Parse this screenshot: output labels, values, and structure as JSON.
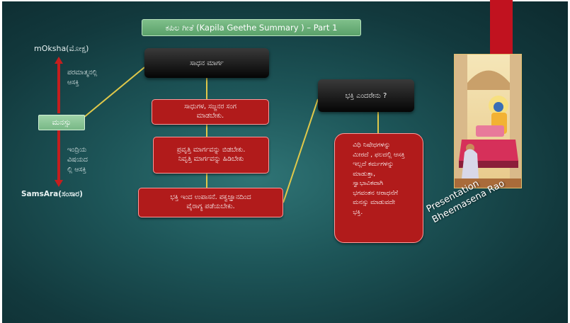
{
  "title": "ಕಪಿಲ ಗೀತೆ (Kapila Geethe Summary ) – Part 1",
  "moksha": "mOksha(ಮೋಕ್ಷ)",
  "attach_up": [
    "ಪರಮಾತ್ಮನಲ್ಲಿ",
    "ಆಸಕ್ತಿ"
  ],
  "manassu": "ಮನಸ್ಸು",
  "attach_down": [
    "ಇಂದ್ರಿಯ",
    "ವಿಷಯದ",
    "ಲ್ಲಿ ಆಸಕ್ತಿ"
  ],
  "samsara": "SamsAra(ಸಂಸಾರ)",
  "sadhana_title": "ಸಾಧನ ಮಾರ್ಗ",
  "steps": [
    [
      "ಸಾಧುಗಳ, ಸಜ್ಜನರ ಸಂಗ",
      "ಮಾಡಬೇಕು."
    ],
    [
      "ಪ್ರವೃತ್ತಿ ಮಾರ್ಗವನ್ನು ಬಿಡಬೇಕು.",
      "ನಿವೃತ್ತಿ ಮಾರ್ಗವನ್ನು ಹಿಡಿಬೇಕು"
    ],
    [
      "ಭಕ್ತಿ ಇಂದ ಉಪಾಸನೆ. ಪಕ್ವಜ್ಞಾನದಿಂದ",
      "ವೈರಾಗ್ಯ ಪಡೆಯಬೇಕು."
    ]
  ],
  "bhakti_title": "ಭಕ್ತಿ ಎಂದರೇನು ?",
  "bhakti_def": [
    "ವಿಧಿ ನಿಷೇಧಗಳನ್ನು",
    "ಮೀರದೆ , ಫಲದಲ್ಲಿ ಆಸಕ್ತಿ",
    "ಇಲ್ಲದೆ ಕರ್ಮಗಳನ್ನು",
    "ಮಾಡುತ್ತಾ,",
    "ಸ್ವಾಭಾವಿಕವಾಗಿ",
    "ಭಗವಂತನ ಆರಾಧನೆಗೆ",
    "ಮನಸ್ಸು ಮಾಡುವದೇ",
    "ಭಕ್ತಿ."
  ],
  "credit": [
    "Presentation",
    "Bheemasena Rao"
  ],
  "colors": {
    "red": "#b11b1b",
    "green": "#6fb27c",
    "banner": "#c1121f",
    "connector": "#e0c84a"
  }
}
